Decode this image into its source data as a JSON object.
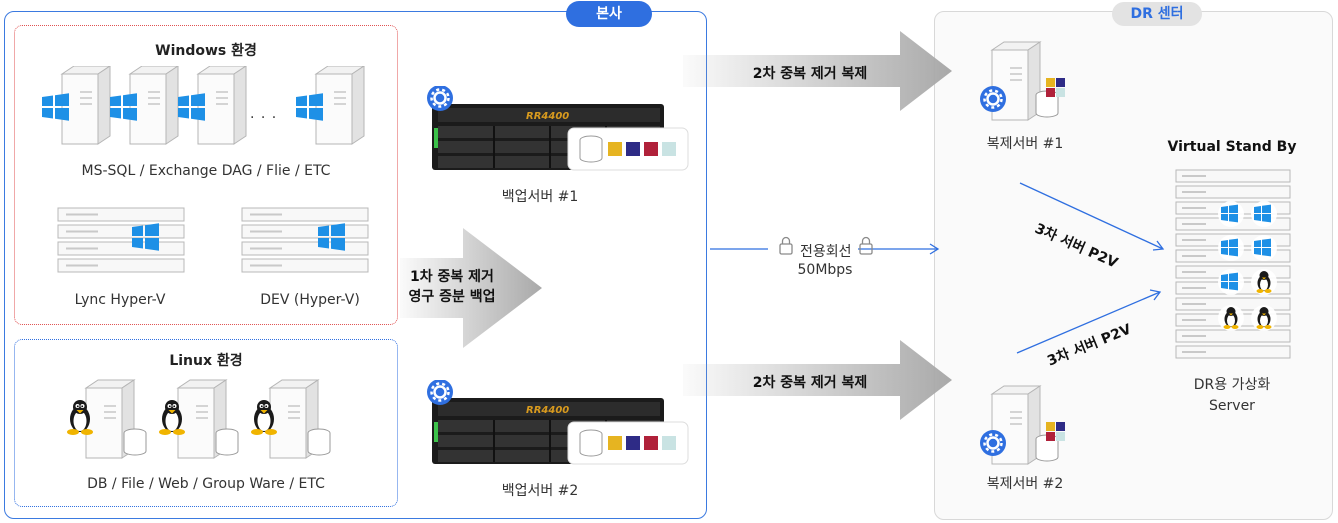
{
  "hq": {
    "tag": "본사"
  },
  "dr": {
    "tag": "DR 센터"
  },
  "windows": {
    "title": "Windows 환경",
    "ellipsis": ". . .",
    "caption": "MS-SQL / Exchange DAG / Flie / ETC",
    "lync": "Lync Hyper-V",
    "dev": "DEV (Hyper-V)"
  },
  "linux": {
    "title": "Linux 환경",
    "caption": "DB / File / Web / Group Ware / ETC"
  },
  "arrows": {
    "primary_line1": "1차 중복 제거",
    "primary_line2": "영구 증분 백업",
    "secondary_top": "2차 중복 제거 복제",
    "secondary_bottom": "2차 중복 제거 복제",
    "p2v_top": "3차 서버 P2V",
    "p2v_bottom": "3차 서버 P2V"
  },
  "backup": {
    "server1": "백업서버 #1",
    "server2": "백업서버 #2",
    "model": "RR4400"
  },
  "link": {
    "name": "전용회선",
    "speed": "50Mbps"
  },
  "replica": {
    "server1": "복제서버 #1",
    "server2": "복제서버 #2"
  },
  "standby": {
    "title": "Virtual Stand By",
    "caption_line1": "DR용 가상화",
    "caption_line2": "Server"
  },
  "colors": {
    "accent_blue": "#2f6fe0",
    "windows_blue": "#1e90e6",
    "red_dotted": "#e05252",
    "arrow_gray": "#a9a9a9",
    "swatch_yellow": "#e6b421",
    "swatch_navy": "#2e2b86",
    "swatch_red": "#b0213a",
    "swatch_teal": "#c9e3e3"
  },
  "icons": [
    "windows-server-icon",
    "linux-server-icon",
    "database-icon",
    "gear-badge-icon",
    "lock-icon",
    "rack-server-icon",
    "tape-swatch-icon"
  ]
}
